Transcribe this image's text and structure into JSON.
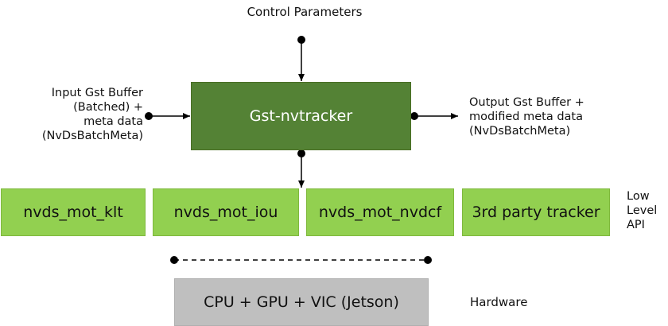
{
  "labels": {
    "control_parameters": "Control Parameters",
    "input": [
      "Input Gst Buffer",
      "(Batched) +",
      "meta data",
      "(NvDsBatchMeta)"
    ],
    "output": [
      "Output Gst Buffer +",
      "modified meta data",
      "(NvDsBatchMeta)"
    ],
    "low_level_api": [
      "Low",
      "Level",
      "API"
    ],
    "hardware": "Hardware"
  },
  "tracker": {
    "label": "Gst-nvtracker"
  },
  "libraries": [
    {
      "label": "nvds_mot_klt"
    },
    {
      "label": "nvds_mot_iou"
    },
    {
      "label": "nvds_mot_nvdcf"
    },
    {
      "label": "3rd party tracker"
    }
  ],
  "hardware_box": {
    "label": "CPU + GPU + VIC (Jetson)"
  },
  "colors": {
    "tracker_fill": "#548235",
    "library_fill": "#92d050",
    "hardware_fill": "#bfbfbf",
    "line": "#000000"
  }
}
